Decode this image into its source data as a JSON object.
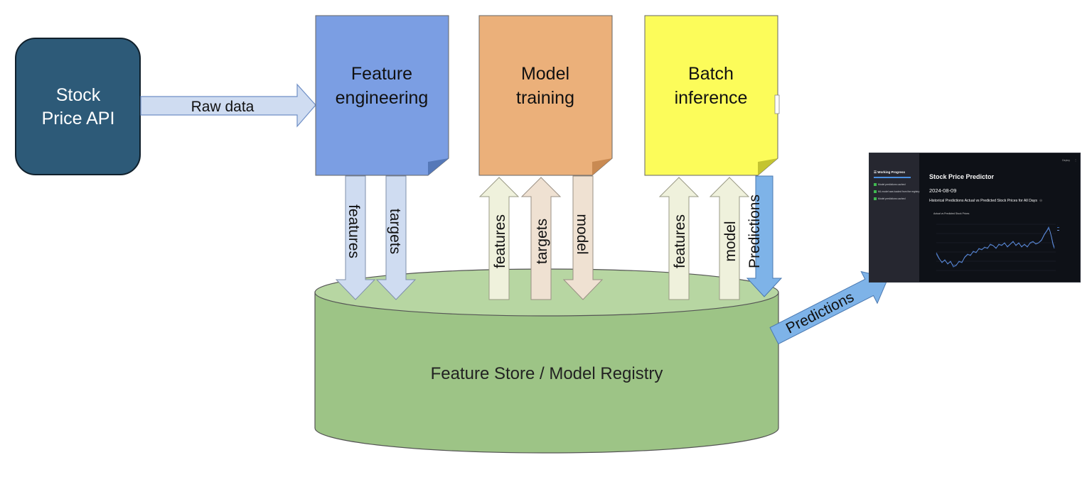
{
  "diagram": {
    "api_box": {
      "line1": "Stock",
      "line2": "Price API"
    },
    "raw_data_label": "Raw data",
    "boxes": {
      "feature_engineering": {
        "line1": "Feature",
        "line2": "engineering"
      },
      "model_training": {
        "line1": "Model",
        "line2": "training"
      },
      "batch_inference": {
        "line1": "Batch",
        "line2": "inference"
      }
    },
    "arrows": {
      "fe_features": "features",
      "fe_targets": "targets",
      "mt_features": "features",
      "mt_targets": "targets",
      "mt_model": "model",
      "bi_features": "features",
      "bi_model": "model",
      "bi_predictions": "Predictions",
      "store_predictions": "Predictions"
    },
    "store_label": "Feature Store / Model Registry",
    "colors": {
      "api": "#2d5a78",
      "feature_engineering": "#7b9ee3",
      "model_training": "#ebb07a",
      "batch_inference": "#fcfc5a",
      "store": "#9dc486",
      "down_arrow": "#cfdcf1",
      "up_arrow": "#eff1dc",
      "model_arrow": "#efe1d2",
      "predictions_arrow": "#7eb3e8"
    }
  },
  "dashboard": {
    "sidebar": {
      "title": "Working Progress",
      "steps": [
        "Model predictions cached",
        "ML model was loaded from the registry",
        "Model predictions cached"
      ]
    },
    "header": {
      "deploy": "Deploy",
      "menu": "⋮"
    },
    "title": "Stock Price Predictor",
    "date": "2024-08-09",
    "subtitle": "Historical Predictions Actual vs Predicted Stock Prices for All Days",
    "subtitle_link": "⊖",
    "chart_title": "Actual vs Predicted Stock Prices"
  }
}
